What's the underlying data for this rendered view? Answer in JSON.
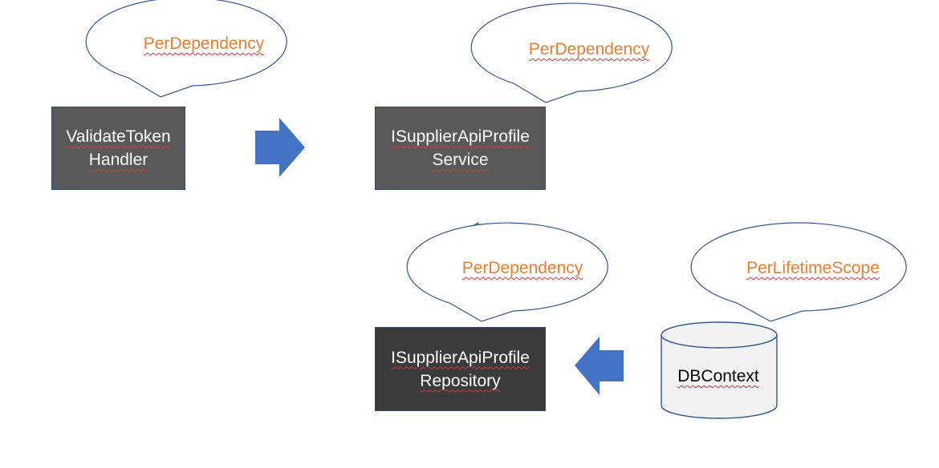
{
  "nodes": {
    "validate_token_handler": {
      "line1": "ValidateToken",
      "line2": "Handler",
      "fill": "#595959"
    },
    "supplier_service": {
      "line1": "ISupplierApiProfile",
      "line2": "Service",
      "fill": "#595959"
    },
    "supplier_repository": {
      "line1": "ISupplierApiProfile",
      "line2": "Repository",
      "fill": "#3b3b3b"
    },
    "db_context": {
      "label": "DBContext",
      "fill": "#f2f2f2"
    }
  },
  "bubbles": {
    "handler_scope": "PerDependency",
    "service_scope": "PerDependency",
    "repository_scope": "PerDependency",
    "dbcontext_scope": "PerLifetimeScope"
  },
  "colors": {
    "arrow": "#4472c4",
    "bubble_border": "#2f5597",
    "scope_text": "#ed7d31",
    "box_border": "#2f4a6e"
  }
}
